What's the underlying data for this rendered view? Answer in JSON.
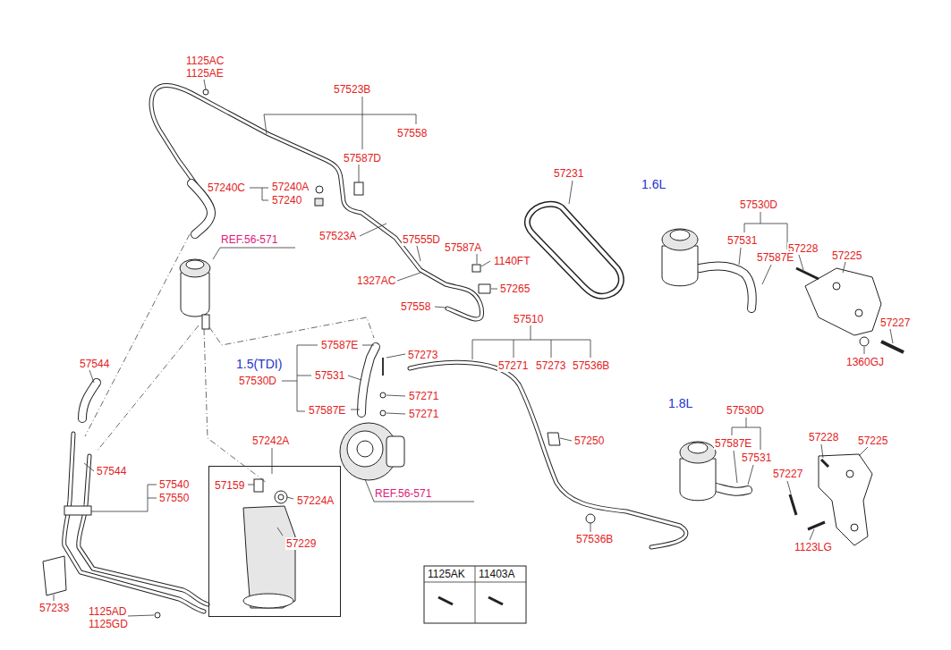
{
  "diagram": {
    "nodes": [
      {
        "text": [
          "57159",
          "57224A",
          "57229"
        ]
      }
    ],
    "labels": [
      "1125AC",
      "1125AE",
      "57523B",
      "57558",
      "57587D",
      "57240C",
      "57240A",
      "57240",
      "57231",
      "1.6L",
      "57530D",
      "57523A",
      "REF.56-571",
      "57555D",
      "57587A",
      "57531",
      "57228",
      "57587E",
      "57225",
      "1140FT",
      "1327AC",
      "57265",
      "57558",
      "57510",
      "57227",
      "57587E",
      "57273",
      "1360GJ",
      "57544",
      "1.5(TDI)",
      "57271",
      "57273",
      "57536B",
      "57531",
      "57530D",
      "57271",
      "57587E",
      "57271",
      "1.8L",
      "57530D",
      "57242A",
      "57250",
      "57228",
      "57225",
      "57587E",
      "57531",
      "57544",
      "57540",
      "57227",
      "57550",
      "REF.56-571",
      "57536B",
      "1123LG",
      "1125AK",
      "11403A",
      "57233",
      "1125AD",
      "1125GD"
    ]
  }
}
